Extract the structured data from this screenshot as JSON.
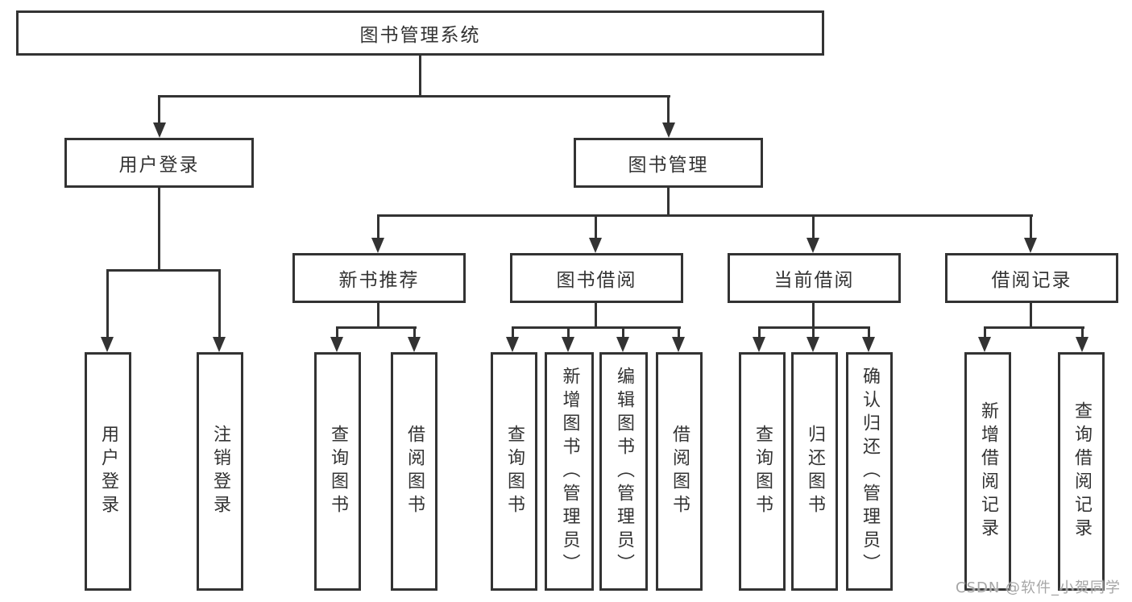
{
  "diagram": {
    "root": {
      "id": "library-management-system",
      "label": "图书管理系统"
    },
    "level2": [
      {
        "id": "user-login",
        "label": "用户登录",
        "parent": "library-management-system"
      },
      {
        "id": "book-management",
        "label": "图书管理",
        "parent": "library-management-system"
      }
    ],
    "level3": [
      {
        "id": "new-book-recommend",
        "label": "新书推荐",
        "parent": "book-management"
      },
      {
        "id": "book-borrow",
        "label": "图书借阅",
        "parent": "book-management"
      },
      {
        "id": "current-borrow",
        "label": "当前借阅",
        "parent": "book-management"
      },
      {
        "id": "borrow-records",
        "label": "借阅记录",
        "parent": "book-management"
      }
    ],
    "leaves": [
      {
        "id": "leaf-user-login",
        "label": "用户登录",
        "parent": "user-login"
      },
      {
        "id": "leaf-logout",
        "label": "注销登录",
        "parent": "user-login"
      },
      {
        "id": "leaf-query-books-recommend",
        "label": "查询图书",
        "parent": "new-book-recommend"
      },
      {
        "id": "leaf-borrow-books-recommend",
        "label": "借阅图书",
        "parent": "new-book-recommend"
      },
      {
        "id": "leaf-query-books-borrow",
        "label": "查询图书",
        "parent": "book-borrow"
      },
      {
        "id": "leaf-add-books-admin",
        "label": "新增图书（管理员）",
        "parent": "book-borrow"
      },
      {
        "id": "leaf-edit-books-admin",
        "label": "编辑图书（管理员）",
        "parent": "book-borrow"
      },
      {
        "id": "leaf-borrow-books",
        "label": "借阅图书",
        "parent": "book-borrow"
      },
      {
        "id": "leaf-query-books-current",
        "label": "查询图书",
        "parent": "current-borrow"
      },
      {
        "id": "leaf-return-books",
        "label": "归还图书",
        "parent": "current-borrow"
      },
      {
        "id": "leaf-confirm-return-admin",
        "label": "确认归还（管理员）",
        "parent": "current-borrow"
      },
      {
        "id": "leaf-add-borrow-record",
        "label": "新增借阅记录",
        "parent": "borrow-records"
      },
      {
        "id": "leaf-query-borrow-record",
        "label": "查询借阅记录",
        "parent": "borrow-records"
      }
    ]
  },
  "watermark": {
    "text": "CSDN @软件_小贺同学"
  },
  "colors": {
    "line": "#333333",
    "text": "#333333",
    "watermark": "#a6a6a6",
    "background": "#ffffff"
  }
}
